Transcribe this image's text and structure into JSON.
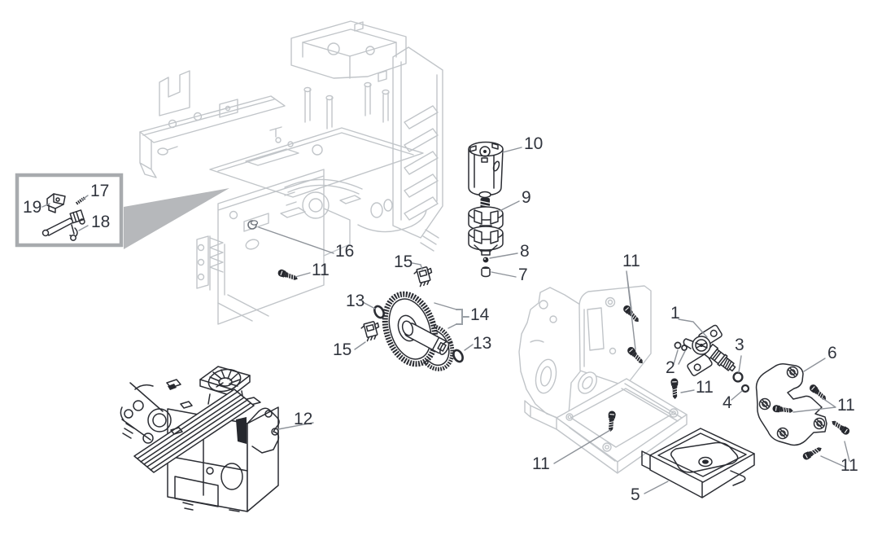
{
  "diagram": {
    "type": "exploded-parts-diagram"
  },
  "colors": {
    "background": "#ffffff",
    "label_text": "#31353e",
    "leader_line": "#8e939a",
    "chassis_line": "#c1c5c9",
    "part_line": "#2b2d33",
    "inset_frame": "#a8abae",
    "callout_wedge": "#b6b8bb"
  },
  "callouts": [
    {
      "text": "19"
    },
    {
      "text": "17"
    },
    {
      "text": "18"
    },
    {
      "text": "16"
    },
    {
      "text": "11"
    },
    {
      "text": "15"
    },
    {
      "text": "13"
    },
    {
      "text": "14"
    },
    {
      "text": "15"
    },
    {
      "text": "13"
    },
    {
      "text": "10"
    },
    {
      "text": "9"
    },
    {
      "text": "8"
    },
    {
      "text": "7"
    },
    {
      "text": "11"
    },
    {
      "text": "1"
    },
    {
      "text": "2"
    },
    {
      "text": "3"
    },
    {
      "text": "4"
    },
    {
      "text": "11"
    },
    {
      "text": "6"
    },
    {
      "text": "11"
    },
    {
      "text": "11"
    },
    {
      "text": "5"
    },
    {
      "text": "11"
    },
    {
      "text": "12"
    }
  ]
}
